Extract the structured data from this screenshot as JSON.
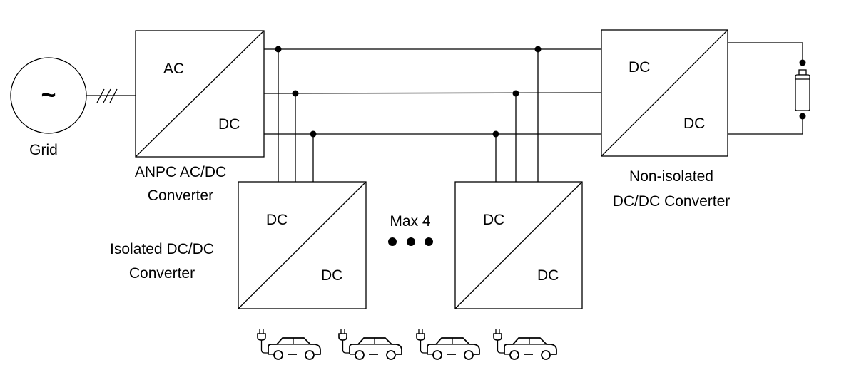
{
  "grid": {
    "symbol": "~",
    "label": "Grid"
  },
  "anpc": {
    "top": "AC",
    "bottom": "DC",
    "caption1": "ANPC AC/DC",
    "caption2": "Converter"
  },
  "non_isolated": {
    "top": "DC",
    "bottom": "DC",
    "caption1": "Non-isolated",
    "caption2": "DC/DC Converter"
  },
  "isolated_left": {
    "top": "DC",
    "bottom": "DC"
  },
  "isolated_right": {
    "top": "DC",
    "bottom": "DC"
  },
  "isolated_caption1": "Isolated DC/DC",
  "isolated_caption2": "Converter",
  "max_label": "Max 4",
  "vehicles": [
    "car-icon",
    "car-icon",
    "car-icon",
    "car-icon"
  ],
  "icons": [
    "ac-source-icon",
    "battery-icon",
    "ev-plug-icon",
    "car-icon"
  ]
}
